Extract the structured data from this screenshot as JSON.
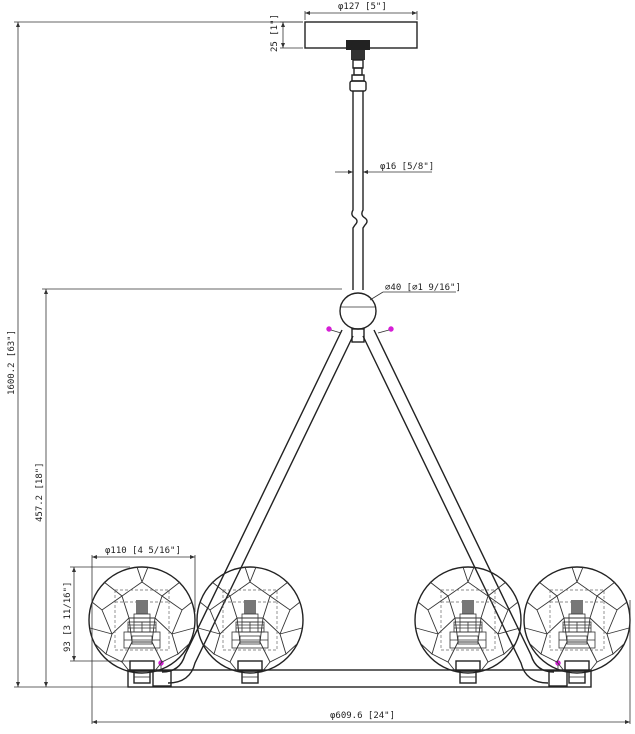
{
  "dimensions": {
    "canopy_width": "φ127 [5\"]",
    "canopy_height": "25 [1\"]",
    "rod_diameter": "φ16 [5/8\"]",
    "hub_diameter": "⌀40 [⌀1 9/16\"]",
    "overall_height": "1600.2 [63\"]",
    "fixture_height": "457.2 [18\"]",
    "shade_width": "φ110 [4 5/16\"]",
    "shade_height": "93 [3 11/16\"]",
    "overall_width": "φ609.6 [24\"]"
  },
  "colors": {
    "line": "#222222",
    "marker": "#d61ed6",
    "background": "#ffffff"
  }
}
